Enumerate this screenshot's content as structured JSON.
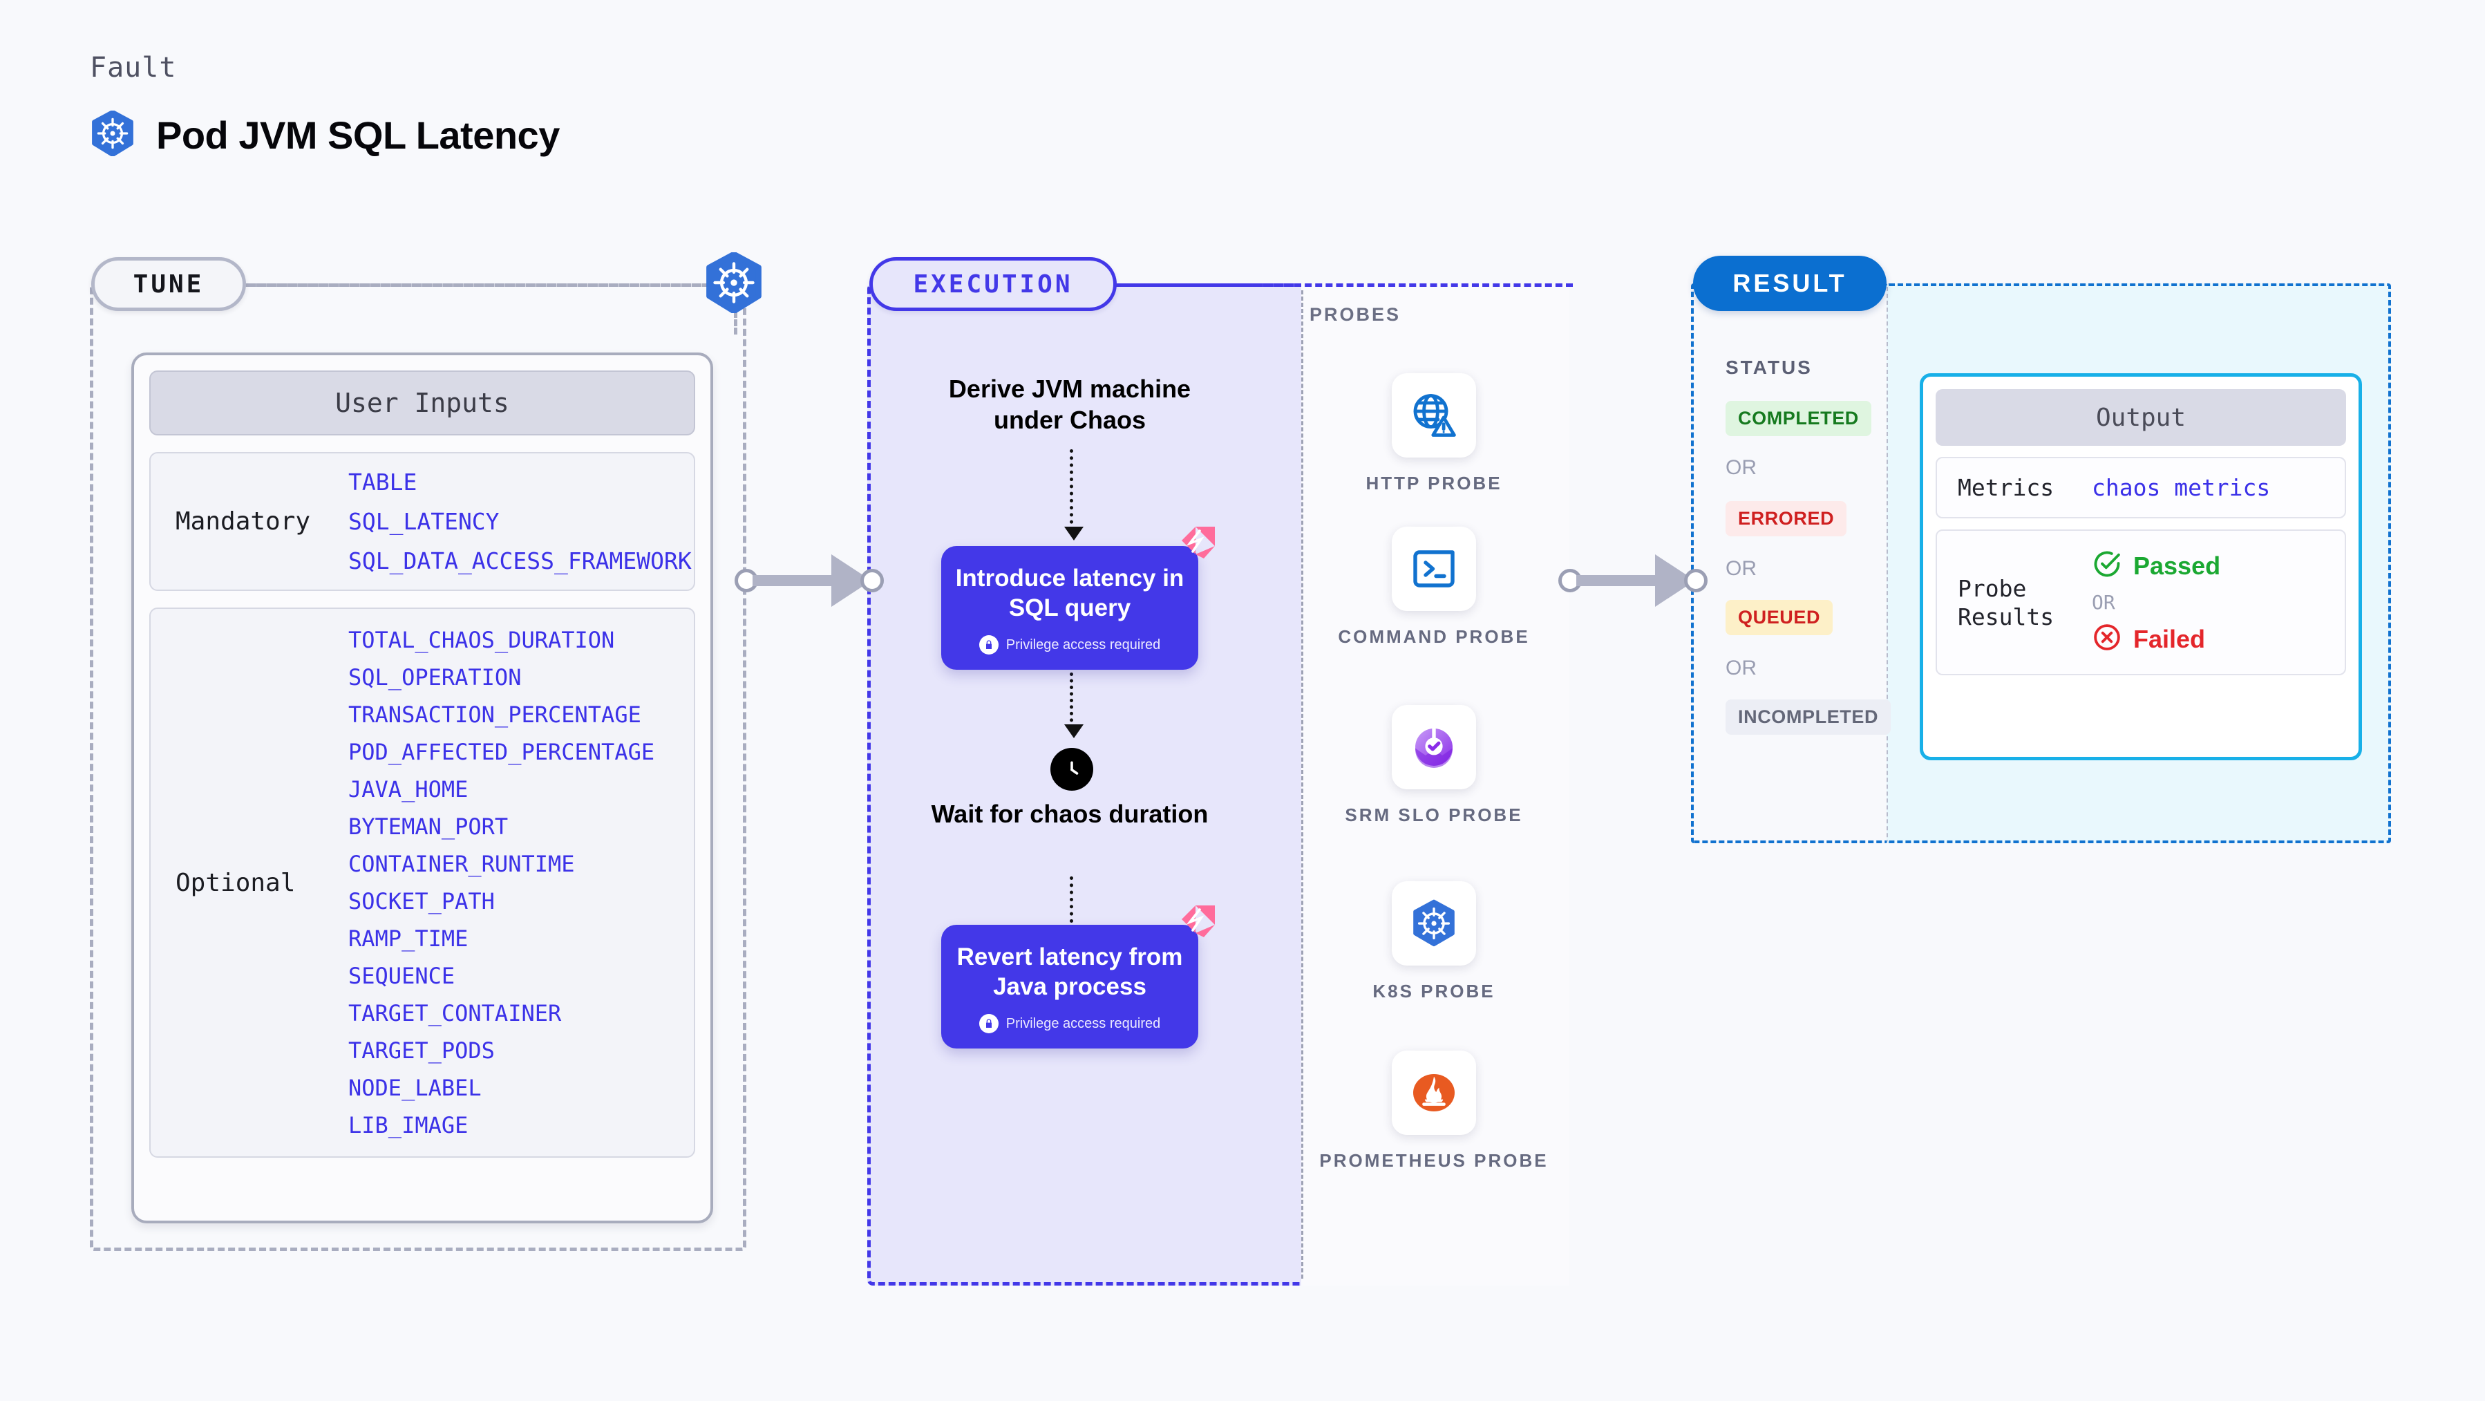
{
  "header": {
    "eyebrow": "Fault",
    "title": "Pod JVM SQL Latency",
    "icon": "kubernetes-icon"
  },
  "tune": {
    "badge": "TUNE",
    "icon": "kubernetes-icon",
    "card_title": "User Inputs",
    "groups": [
      {
        "label": "Mandatory",
        "items": [
          "TABLE",
          "SQL_LATENCY",
          "SQL_DATA_ACCESS_FRAMEWORK"
        ]
      },
      {
        "label": "Optional",
        "items": [
          "TOTAL_CHAOS_DURATION",
          "SQL_OPERATION",
          "TRANSACTION_PERCENTAGE",
          "POD_AFFECTED_PERCENTAGE",
          "JAVA_HOME",
          "BYTEMAN_PORT",
          "CONTAINER_RUNTIME",
          "SOCKET_PATH",
          "RAMP_TIME",
          "SEQUENCE",
          "TARGET_CONTAINER",
          "TARGET_PODS",
          "NODE_LABEL",
          "LIB_IMAGE"
        ]
      }
    ]
  },
  "execution": {
    "badge": "EXECUTION",
    "steps": [
      {
        "type": "text",
        "label": "Derive JVM machine under Chaos"
      },
      {
        "type": "action",
        "label": "Introduce latency in SQL query",
        "note": "Privilege access required",
        "note_icon": "lock-icon",
        "tag_icon": "harness-icon"
      },
      {
        "type": "wait",
        "label": "Wait for chaos duration",
        "icon": "clock-icon"
      },
      {
        "type": "action",
        "label": "Revert latency from Java process",
        "note": "Privilege access required",
        "note_icon": "lock-icon",
        "tag_icon": "harness-icon"
      }
    ]
  },
  "probes": {
    "label": "PROBES",
    "items": [
      {
        "name": "HTTP PROBE",
        "icon": "globe-warning-icon"
      },
      {
        "name": "COMMAND PROBE",
        "icon": "terminal-icon"
      },
      {
        "name": "SRM SLO PROBE",
        "icon": "srm-slo-icon"
      },
      {
        "name": "K8S PROBE",
        "icon": "kubernetes-icon"
      },
      {
        "name": "PROMETHEUS PROBE",
        "icon": "prometheus-icon"
      }
    ]
  },
  "result": {
    "badge": "RESULT",
    "status_label": "STATUS",
    "or_label": "OR",
    "statuses": [
      {
        "label": "COMPLETED",
        "bg": "#dff5e0",
        "fg": "#167a1f"
      },
      {
        "label": "ERRORED",
        "bg": "#fdeaea",
        "fg": "#cf2020"
      },
      {
        "label": "QUEUED",
        "bg": "#fdf0c8",
        "fg": "#cf2020"
      },
      {
        "label": "INCOMPLETED",
        "bg": "#eceef5",
        "fg": "#636778"
      }
    ],
    "output": {
      "title": "Output",
      "rows": [
        {
          "key": "Metrics",
          "value": "chaos metrics"
        },
        {
          "key": "Probe Results",
          "pass": "Passed",
          "or": "OR",
          "fail": "Failed",
          "pass_icon": "check-circle-icon",
          "fail_icon": "x-circle-icon"
        }
      ]
    }
  },
  "colors": {
    "background": "#f8f9fc",
    "accent_violet": "#4338e8",
    "accent_blue": "#0b6fd0",
    "accent_cyan": "#18b0e8",
    "k8s_blue": "#3371d8",
    "harness_pink": "#ff6c9b",
    "grey_dash": "#a9adc0"
  }
}
